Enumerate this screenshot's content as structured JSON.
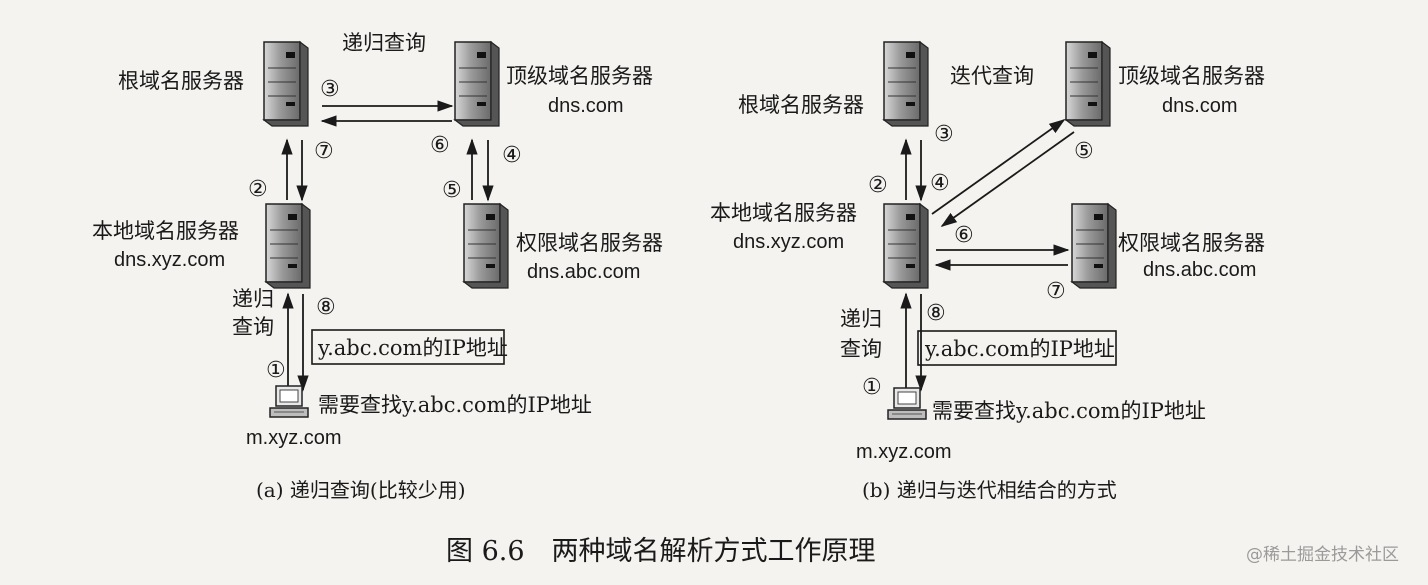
{
  "figure": {
    "caption": "图 6.6　两种域名解析方式工作原理",
    "watermark": "@稀土掘金技术社区"
  },
  "panel_a": {
    "caption": "(a) 递归查询(比较少用)",
    "root_label": "根域名服务器",
    "top_query_label": "递归查询",
    "tld_label": "顶级域名服务器",
    "tld_domain": "dns.com",
    "local_label": "本地域名服务器",
    "local_domain": "dns.xyz.com",
    "auth_label": "权限域名服务器",
    "auth_domain": "dns.abc.com",
    "query_label_1": "递归",
    "query_label_2": "查询",
    "answer_box": "y.abc.com的IP地址",
    "host_text": "需要查找y.abc.com的IP地址",
    "host_domain": "m.xyz.com",
    "steps": [
      "①",
      "②",
      "③",
      "④",
      "⑤",
      "⑥",
      "⑦",
      "⑧"
    ]
  },
  "panel_b": {
    "caption": "(b) 递归与迭代相结合的方式",
    "root_label": "根域名服务器",
    "iter_label": "迭代查询",
    "tld_label": "顶级域名服务器",
    "tld_domain": "dns.com",
    "local_label": "本地域名服务器",
    "local_domain": "dns.xyz.com",
    "auth_label": "权限域名服务器",
    "auth_domain": "dns.abc.com",
    "query_label_1": "递归",
    "query_label_2": "查询",
    "answer_box": "y.abc.com的IP地址",
    "host_text": "需要查找y.abc.com的IP地址",
    "host_domain": "m.xyz.com",
    "steps": [
      "①",
      "②",
      "③",
      "④",
      "⑤",
      "⑥",
      "⑦",
      "⑧"
    ]
  },
  "colors": {
    "ink": "#1a1a1a",
    "server_body": "#8a8a8a",
    "server_light": "#c8c8c8",
    "background": "#f4f3f0"
  }
}
